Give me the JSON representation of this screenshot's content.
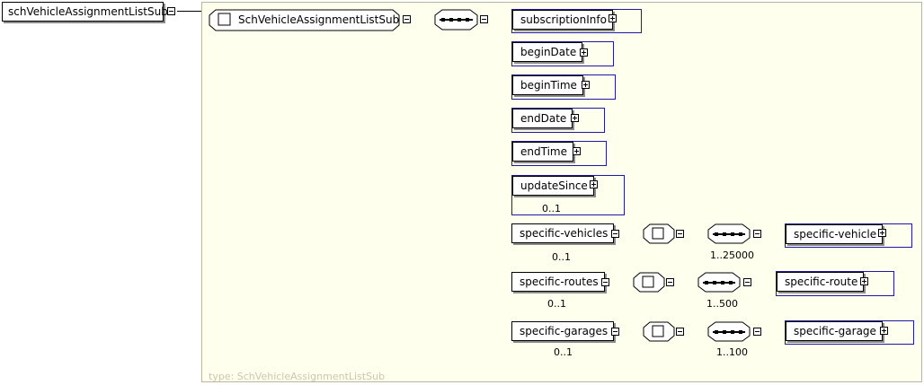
{
  "root": {
    "label": "schVehicleAssignmentListSub"
  },
  "complex_type": {
    "label": "SchVehicleAssignmentListSub",
    "type_caption": "type: SchVehicleAssignmentListSub"
  },
  "elements": [
    {
      "label": "subscriptionInfo",
      "cardinality": ""
    },
    {
      "label": "beginDate",
      "cardinality": ""
    },
    {
      "label": "beginTime",
      "cardinality": ""
    },
    {
      "label": "endDate",
      "cardinality": ""
    },
    {
      "label": "endTime",
      "cardinality": ""
    },
    {
      "label": "updateSince",
      "cardinality": "0..1"
    },
    {
      "label": "specific-vehicles",
      "cardinality": "0..1",
      "seq_cardinality": "1..25000",
      "child": "specific-vehicle"
    },
    {
      "label": "specific-routes",
      "cardinality": "0..1",
      "seq_cardinality": "1..500",
      "child": "specific-route"
    },
    {
      "label": "specific-garages",
      "cardinality": "0..1",
      "seq_cardinality": "1..100",
      "child": "specific-garage"
    }
  ]
}
